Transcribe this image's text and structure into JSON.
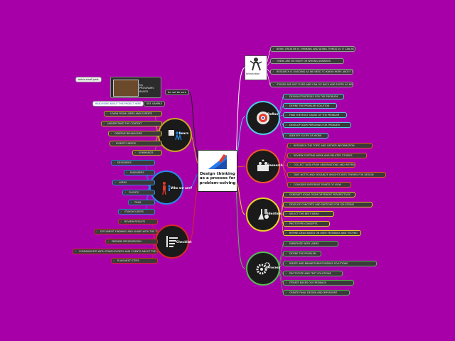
{
  "center": {
    "title": "Design thinking as a process for problem-solving"
  },
  "top_tag": {
    "label": "do not be sure"
  },
  "card": {
    "tag": "extra small part",
    "text_line1": "My",
    "text_line2": "PROGRAMS BASED"
  },
  "card_sub": {
    "left": "READ MORE ABOUT THIS PROJECT HERE",
    "right": "SEE SAMPLE"
  },
  "portrait": {
    "caption": "Interaction"
  },
  "branches": {
    "interaction": {
      "label": "Interaction",
      "items": [
        "BEING CREATIVE IS THINKING AND DOING THINGS SO IT CAN BE USEFUL AND USERS REACT TO THEM",
        "THERE ARE NO RIGHT OR WRONG ANSWERS",
        "RESEARCH IS ONGOING AS WE NEED TO KNOW MORE ABOUT THE CONTEXT",
        "STAGES ARE NOT FIXED AND CAN GO BACK AND FORTH AS NEEDED"
      ]
    },
    "define": {
      "label": "Define",
      "items": [
        "DESIGN STRATEGIES FOR THE PROBLEM",
        "DEFINE THE PROBLEM SOLUTION",
        "FIND THE ROOT CAUSE OF THE PROBLEM",
        "DEVELOP USER PERSONAS FOR PROBLEM",
        "IDENTIFY SCOPE OF WORK"
      ]
    },
    "research": {
      "label": "Research",
      "items": [
        "RESEARCH THE TOPIC AND GATHER INFORMATION",
        "REVIEW EXISTING WORK AND RELATED STUDIES",
        "COLLECT DATA FROM OBSERVATIONS AND INTERVIEWS",
        "TAKE NOTES AND ORGANIZE INSIGHTS INTO THEMES FOR DESIGN",
        "CONSIDER DIFFERENT POINTS OF VIEW"
      ]
    },
    "ideation": {
      "label": "Ideation",
      "items": [
        "GENERATE IDEAS FROM DIFFERENT PERSPECTIVES",
        "DEVELOP CONCEPTS AND SKETCHES FOR SOLUTIONS",
        "SELECT THE BEST IDEAS",
        "PROTOTYPE CONCEPTS",
        "REFINE IDEAS BASED ON USER FEEDBACK AND TESTING"
      ]
    },
    "process": {
      "label": "Process",
      "items": [
        "EMPATHIZE WITH USERS",
        "DEFINE THE PROBLEM",
        "IDEATE AND BRAINSTORM POSSIBLE SOLUTIONS",
        "PROTOTYPE AND TEST SOLUTIONS",
        "ITERATE BASED ON FEEDBACK",
        "CREATE FINAL DESIGN AND IMPLEMENT"
      ]
    },
    "learn": {
      "label": "Learn",
      "items": [
        "LEARN FROM USERS AND EXPERTS",
        "UNDERSTAND THE CONTEXT",
        "OBSERVE BEHAVIOURS",
        "IDENTIFY NEEDS",
        "SUMMARIZE"
      ]
    },
    "who": {
      "label": "Who we are?",
      "items": [
        "DESIGNERS",
        "ENGINEERS",
        "USERS",
        "CLIENTS",
        "TEAM",
        "STAKEHOLDERS"
      ]
    },
    "checklist": {
      "label": "Checklist",
      "items": [
        "REVIEW RESULTS",
        "DOCUMENT FINDINGS AND SHARE WITH THE TEAM",
        "PREPARE PRESENTATION",
        "COMMUNICATE WITH STAKEHOLDERS AND CLIENTS ABOUT THE OUTCOMES",
        "PLAN NEXT STEPS"
      ]
    }
  },
  "colors": {
    "background": "#a800a8",
    "interaction": "#ffffff",
    "define": "#53c8e8",
    "research": "#e85a2a",
    "ideation": "#e8d02a",
    "process": "#58b858",
    "learn": "#c9a227",
    "who": "#2a8ae8",
    "checklist": "#d82a2a"
  }
}
